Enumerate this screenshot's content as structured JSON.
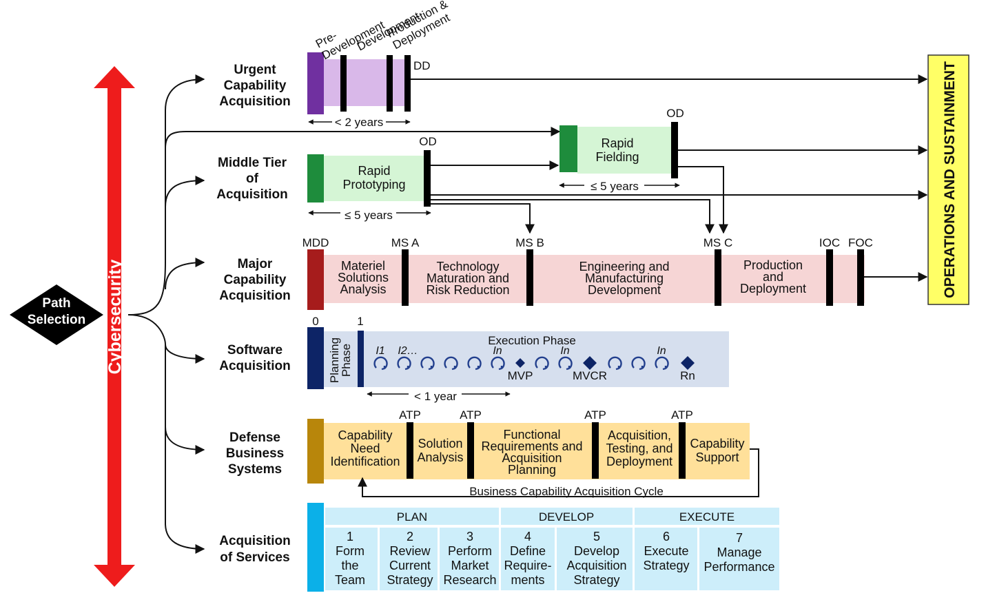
{
  "path_selection": "Path\nSelection",
  "cybersecurity": "Cybersecurity",
  "ops_sustainment": "OPERATIONS AND SUSTAINMENT",
  "pathways": {
    "urgent": "Urgent\nCapability\nAcquisition",
    "middle": "Middle Tier\nof\nAcquisition",
    "major": "Major\nCapability\nAcquisition",
    "software": "Software\nAcquisition",
    "dbs": "Defense\nBusiness\nSystems",
    "services": "Acquisition\nof Services"
  },
  "uca": {
    "phase_labels": [
      "Pre-\nDevelopment",
      "Development",
      "Production &\nDeployment"
    ],
    "dd": "DD",
    "duration": "< 2 years"
  },
  "mta": {
    "rapid_prototyping": "Rapid\nPrototyping",
    "rapid_fielding": "Rapid\nFielding",
    "od": "OD",
    "duration": "≤ 5 years"
  },
  "mca": {
    "milestones": [
      "MDD",
      "MS A",
      "MS B",
      "MS C",
      "IOC",
      "FOC"
    ],
    "phases": [
      "Materiel\nSolutions\nAnalysis",
      "Technology\nMaturation and\nRisk Reduction",
      "Engineering and\nManufacturing\nDevelopment",
      "Production\nand\nDeployment"
    ]
  },
  "software": {
    "marks": [
      "0",
      "1"
    ],
    "planning": "Planning\nPhase",
    "execution": "Execution Phase",
    "iterations": [
      "I1",
      "I2…",
      "In",
      "In",
      "In"
    ],
    "releases": [
      "MVP",
      "MVCR",
      "Rn"
    ],
    "duration": "< 1 year"
  },
  "dbs": {
    "atp": "ATP",
    "phases": [
      "Capability\nNeed\nIdentification",
      "Solution\nAnalysis",
      "Functional\nRequirements and\nAcquisition\nPlanning",
      "Acquisition,\nTesting, and\nDeployment",
      "Capability\nSupport"
    ],
    "cycle": "Business Capability Acquisition Cycle"
  },
  "services": {
    "groups": [
      "PLAN",
      "DEVELOP",
      "EXECUTE"
    ],
    "steps": [
      {
        "num": "1",
        "label": "Form\nthe\nTeam"
      },
      {
        "num": "2",
        "label": "Review\nCurrent\nStrategy"
      },
      {
        "num": "3",
        "label": "Perform\nMarket\nResearch"
      },
      {
        "num": "4",
        "label": "Define\nRequire-\nments"
      },
      {
        "num": "5",
        "label": "Develop\nAcquisition\nStrategy"
      },
      {
        "num": "6",
        "label": "Execute\nStrategy"
      },
      {
        "num": "7",
        "label": "Manage\nPerformance"
      }
    ]
  }
}
